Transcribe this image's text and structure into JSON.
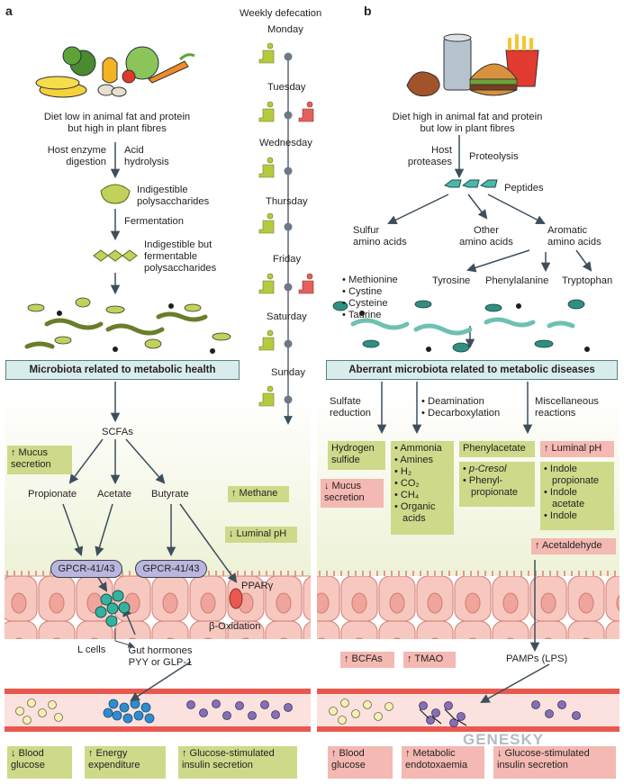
{
  "panels": {
    "a": "a",
    "b": "b"
  },
  "weekly": {
    "title": "Weekly defecation",
    "days": [
      "Monday",
      "Tuesday",
      "Wednesday",
      "Thursday",
      "Friday",
      "Saturday",
      "Sunday"
    ]
  },
  "left": {
    "diet": [
      "Diet low in animal fat and protein",
      "but high in plant fibres"
    ],
    "host_enzyme": [
      "Host enzyme",
      "digestion"
    ],
    "acid_hydrolysis": [
      "Acid",
      "hydrolysis"
    ],
    "indigestible": [
      "Indigestible",
      "polysaccharides"
    ],
    "fermentation": "Fermentation",
    "fermentable": [
      "Indigestible but",
      "fermentable",
      "polysaccharides"
    ],
    "banner": "Microbiota related to metabolic health",
    "scfas": "SCFAs",
    "mucus": [
      "↑ Mucus",
      "secretion"
    ],
    "propionate": "Propionate",
    "acetate": "Acetate",
    "butyrate": "Butyrate",
    "methane": "↑ Methane",
    "luminal_ph": "↓ Luminal pH",
    "gpcr1": "GPCR-41/43",
    "gpcr2": "GPCR-41/43",
    "ppar": "PPARγ",
    "boxidation": "β-Oxidation",
    "lcells": "L cells",
    "gut_hormones": [
      "Gut hormones",
      "PYY or GLP-1"
    ],
    "out1": [
      "↓ Blood",
      "glucose"
    ],
    "out2": [
      "↑ Energy",
      "expenditure"
    ],
    "out3": [
      "↑ Glucose-stimulated",
      "insulin secretion"
    ]
  },
  "right": {
    "diet": [
      "Diet high in animal fat and protein",
      "but low in plant fibres"
    ],
    "host_proteases": [
      "Host",
      "proteases"
    ],
    "proteolysis": "Proteolysis",
    "peptides": "Peptides",
    "sulfur": [
      "Sulfur",
      "amino acids"
    ],
    "other": [
      "Other",
      "amino acids"
    ],
    "aromatic": [
      "Aromatic",
      "amino acids"
    ],
    "sulfur_list": [
      "Methionine",
      "Cystine",
      "Cysteine",
      "Taurine"
    ],
    "tyrosine": "Tyrosine",
    "phenylalanine": "Phenylalanine",
    "tryptophan": "Tryptophan",
    "banner": "Aberrant microbiota related to metabolic diseases",
    "sulfate": [
      "Sulfate",
      "reduction"
    ],
    "deam": [
      "Deamination",
      "Decarboxylation"
    ],
    "misc": [
      "Miscellaneous",
      "reactions"
    ],
    "h2s": [
      "Hydrogen",
      "sulfide"
    ],
    "products": [
      "Ammonia",
      "Amines",
      "H₂",
      "CO₂",
      "CH₄",
      "Organic",
      "acids"
    ],
    "phenylacetate": "Phenylacetate",
    "cresol": [
      "p-Cresol",
      "Phenyl-",
      "propionate"
    ],
    "luminal_ph": "↑ Luminal pH",
    "indoles": [
      "Indole",
      "propionate",
      "Indole",
      "acetate",
      "Indole"
    ],
    "mucus": [
      "↓ Mucus",
      "secretion"
    ],
    "acetaldehyde": "↑ Acetaldehyde",
    "bcfas": "↑ BCFAs",
    "tmao": "↑ TMAO",
    "pamps": "PAMPs (LPS)",
    "out1": [
      "↑ Blood",
      "glucose"
    ],
    "out2": [
      "↑ Metabolic",
      "endotoxaemia"
    ],
    "out3": [
      "↓ Glucose-stimulated",
      "insulin secretion"
    ]
  },
  "logo": {
    "text": "GENESKY"
  },
  "colors": {
    "green_box": "#cfd98a",
    "pink_box": "#f4b9b2",
    "banner": "#d9ecec",
    "arrow": "#3e4f5c",
    "gut": "#f7c8c0",
    "vessel": "#e9584f"
  }
}
